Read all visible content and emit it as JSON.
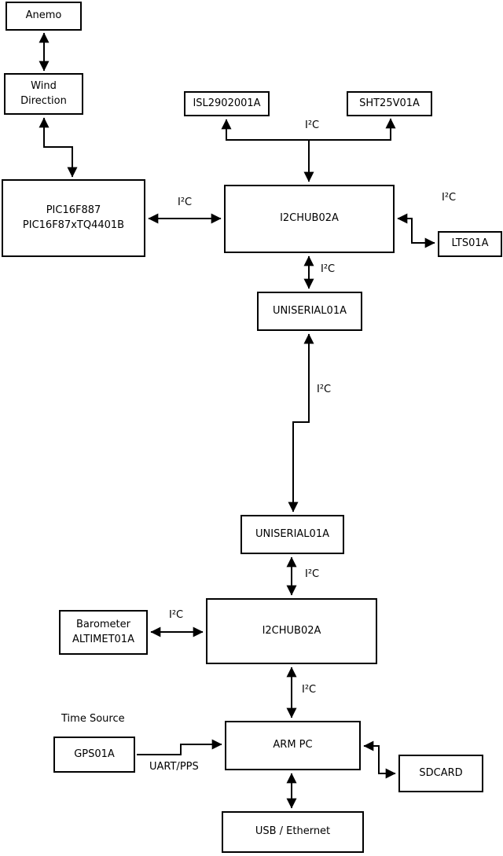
{
  "diagram": {
    "boxes": {
      "anemo": "Anemo",
      "wind_direction": {
        "line1": "Wind",
        "line2": "Direction"
      },
      "pic": {
        "line1": "PIC16F887",
        "line2": "PIC16F87xTQ4401B"
      },
      "isl": "ISL2902001A",
      "sht": "SHT25V01A",
      "hub1": "I2CHUB02A",
      "lts": "LTS01A",
      "uniserial1": "UNISERIAL01A",
      "uniserial2": "UNISERIAL01A",
      "hub2": "I2CHUB02A",
      "barometer": {
        "line1": "Barometer",
        "line2": "ALTIMET01A"
      },
      "gps": "GPS01A",
      "arm_pc": "ARM PC",
      "sdcard": "SDCARD",
      "usb_ethernet": "USB / Ethernet"
    },
    "labels": {
      "i2c": "I²C",
      "time_source": "Time Source",
      "uart_pps": "UART/PPS"
    },
    "colors": {
      "line": "#000000",
      "background": "#ffffff",
      "box_fill": "#ffffff"
    }
  }
}
